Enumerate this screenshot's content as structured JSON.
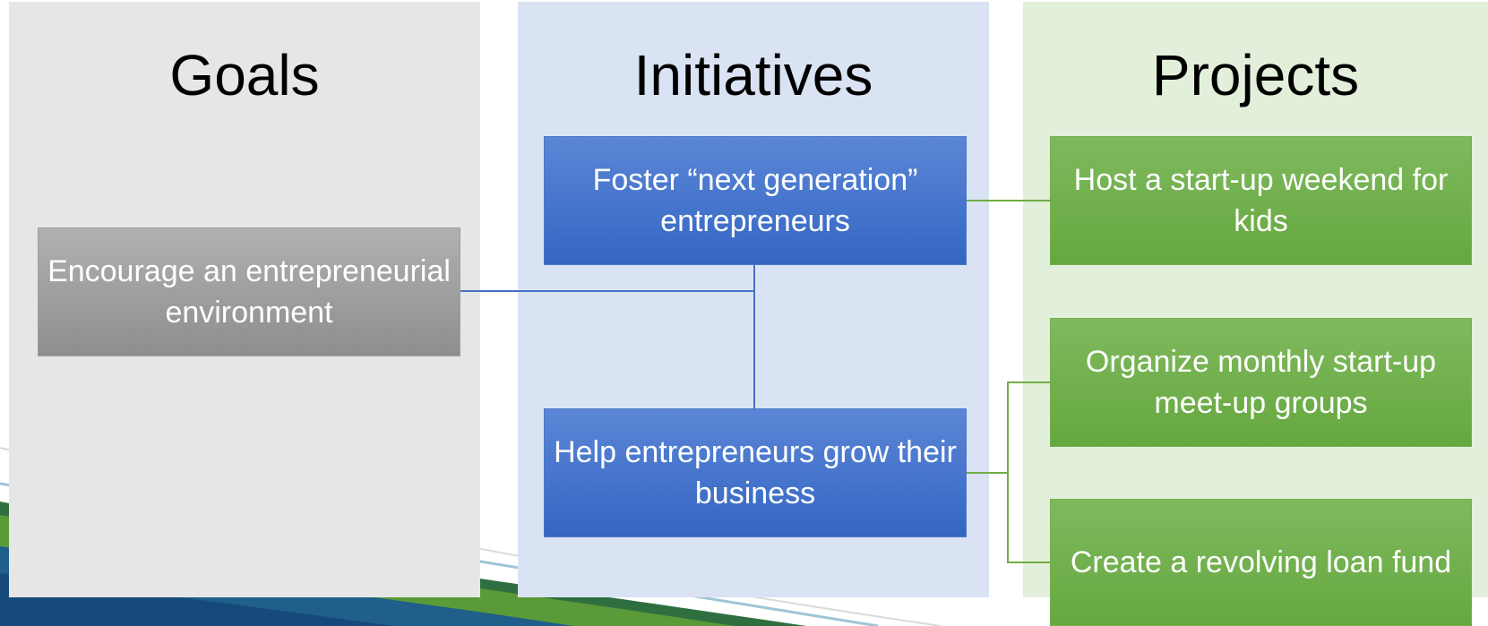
{
  "columns": {
    "goals": {
      "title": "Goals",
      "items": [
        "Encourage an entrepreneurial environment"
      ]
    },
    "initiatives": {
      "title": "Initiatives",
      "items": [
        "Foster “next generation” entrepreneurs",
        "Help entrepreneurs grow their business"
      ]
    },
    "projects": {
      "title": "Projects",
      "items": [
        "Host a start-up weekend for kids",
        "Organize monthly start-up meet-up groups",
        "Create a revolving loan fund"
      ]
    }
  },
  "colors": {
    "goals_column": "#e6e6e6",
    "initiatives_column": "#dae3f3",
    "projects_column": "#e2efda",
    "goal_box": "#a6a6a6",
    "initiative_box": "#4472c4",
    "project_box": "#70ad47",
    "goal_connector": "#4472c4",
    "project_connector": "#70ad47"
  }
}
